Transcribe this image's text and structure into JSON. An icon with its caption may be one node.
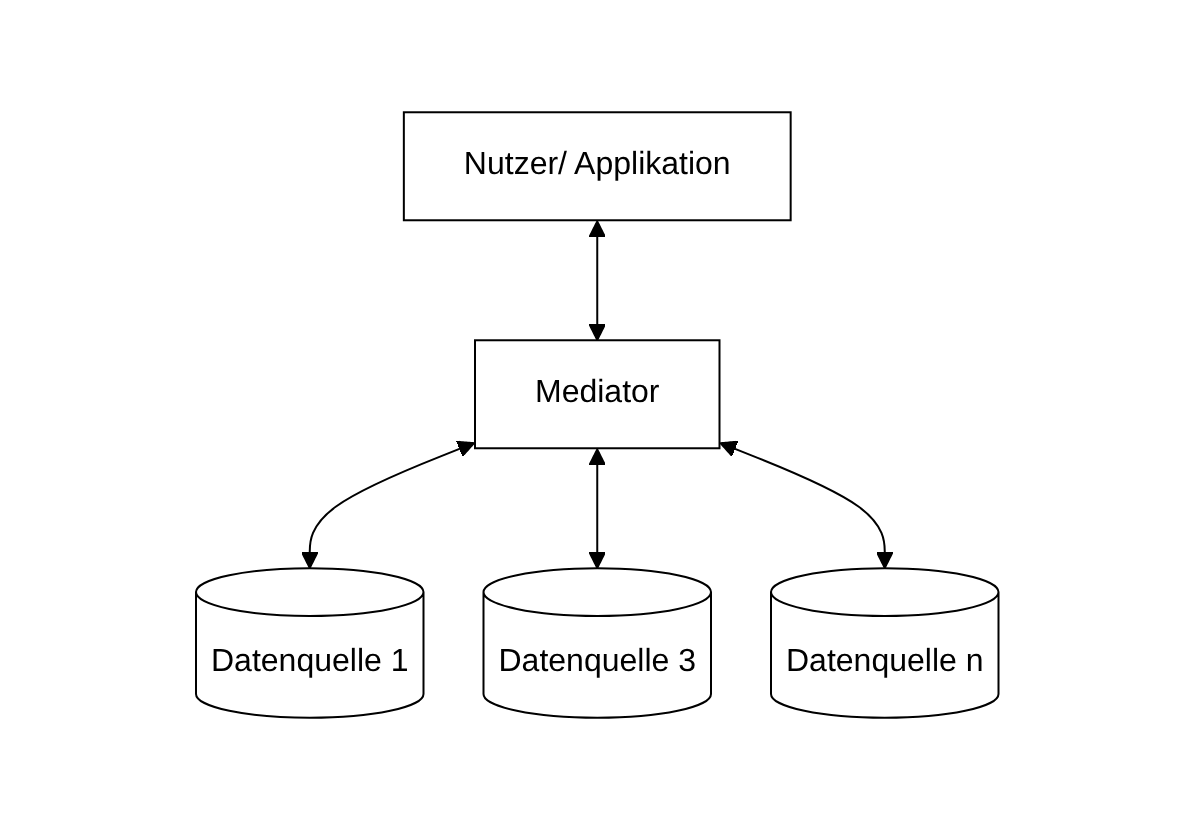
{
  "diagram": {
    "nodes": [
      {
        "text": [
          "Nutzer/ Applikation"
        ]
      },
      {
        "text": [
          "Mediator"
        ]
      },
      {
        "text": [
          "Datenquelle 1"
        ]
      },
      {
        "text": [
          "Datenquelle 3"
        ]
      },
      {
        "text": [
          "Datenquelle n"
        ]
      }
    ],
    "edges": [
      {
        "from": 0,
        "to": 1,
        "arrow": "both"
      },
      {
        "from": 1,
        "to": 2,
        "arrow": "both"
      },
      {
        "from": 1,
        "to": 3,
        "arrow": "both"
      },
      {
        "from": 1,
        "to": 4,
        "arrow": "both"
      }
    ]
  }
}
